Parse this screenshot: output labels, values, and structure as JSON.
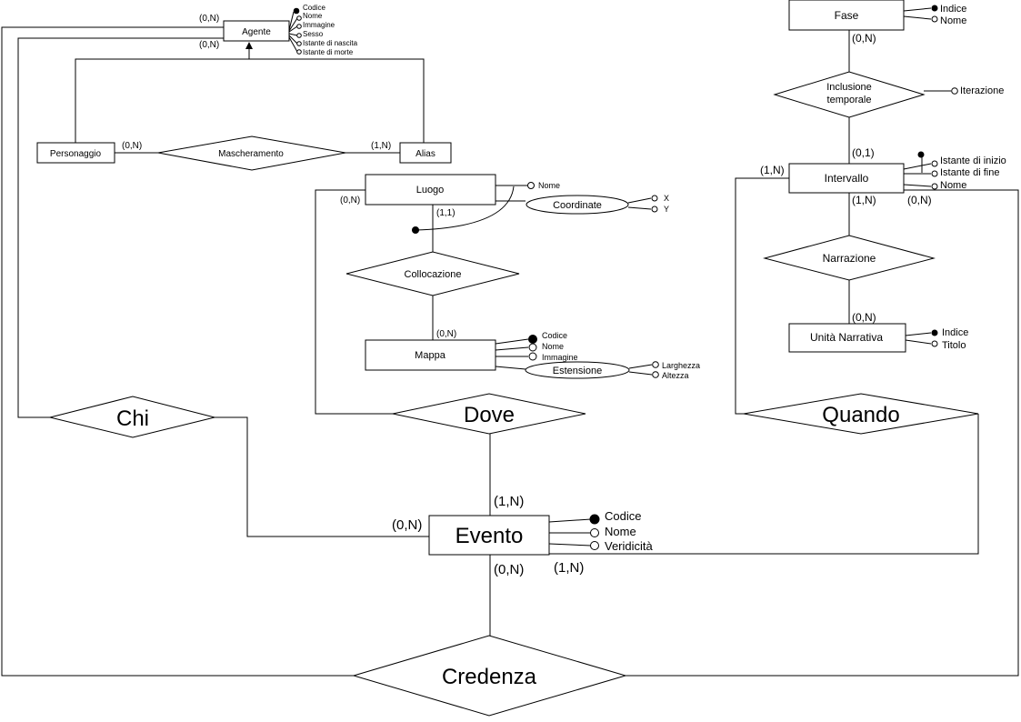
{
  "entities": {
    "agente": "Agente",
    "personaggio": "Personaggio",
    "alias": "Alias",
    "luogo": "Luogo",
    "mappa": "Mappa",
    "fase": "Fase",
    "intervallo": "Intervallo",
    "unita_narrativa": "Unità Narrativa",
    "evento": "Evento"
  },
  "relationships": {
    "mascheramento": "Mascheramento",
    "collocazione": "Collocazione",
    "inclusione_line1": "Inclusione",
    "inclusione_line2": "temporale",
    "narrazione": "Narrazione",
    "chi": "Chi",
    "dove": "Dove",
    "quando": "Quando",
    "credenza": "Credenza"
  },
  "composite_attributes": {
    "coordinate": "Coordinate",
    "estensione": "Estensione"
  },
  "attributes": {
    "agente": [
      "Codice",
      "Nome",
      "Immagine",
      "Sesso",
      "Istante di nascita",
      "Istante di morte"
    ],
    "luogo": [
      "Nome"
    ],
    "coordinate": [
      "X",
      "Y"
    ],
    "mappa": [
      "Codice",
      "Nome",
      "Immagine"
    ],
    "estensione": [
      "Larghezza",
      "Altezza"
    ],
    "fase": [
      "Indice",
      "Nome"
    ],
    "inclusione": [
      "Iterazione"
    ],
    "intervallo": [
      "Istante di inizio",
      "Istante di fine",
      "Nome"
    ],
    "unita_narrativa": [
      "Indice",
      "Titolo"
    ],
    "evento": [
      "Codice",
      "Nome",
      "Veridicità"
    ]
  },
  "cardinalities": {
    "agente_chi": "(0,N)",
    "agente_credenza": "(0,N)",
    "personaggio_mascheramento": "(0,N)",
    "alias_mascheramento": "(1,N)",
    "luogo_dove": "(0,N)",
    "luogo_collocazione": "(1,1)",
    "mappa_collocazione": "(0,N)",
    "fase_inclusione": "(0,N)",
    "intervallo_inclusione": "(0,1)",
    "intervallo_quando": "(1,N)",
    "intervallo_narrazione": "(1,N)",
    "intervallo_nome": "(0,N)",
    "unita_narrazione": "(0,N)",
    "evento_dove": "(1,N)",
    "evento_chi": "(0,N)",
    "evento_credenza": "(0,N)",
    "evento_quando": "(1,N)"
  }
}
